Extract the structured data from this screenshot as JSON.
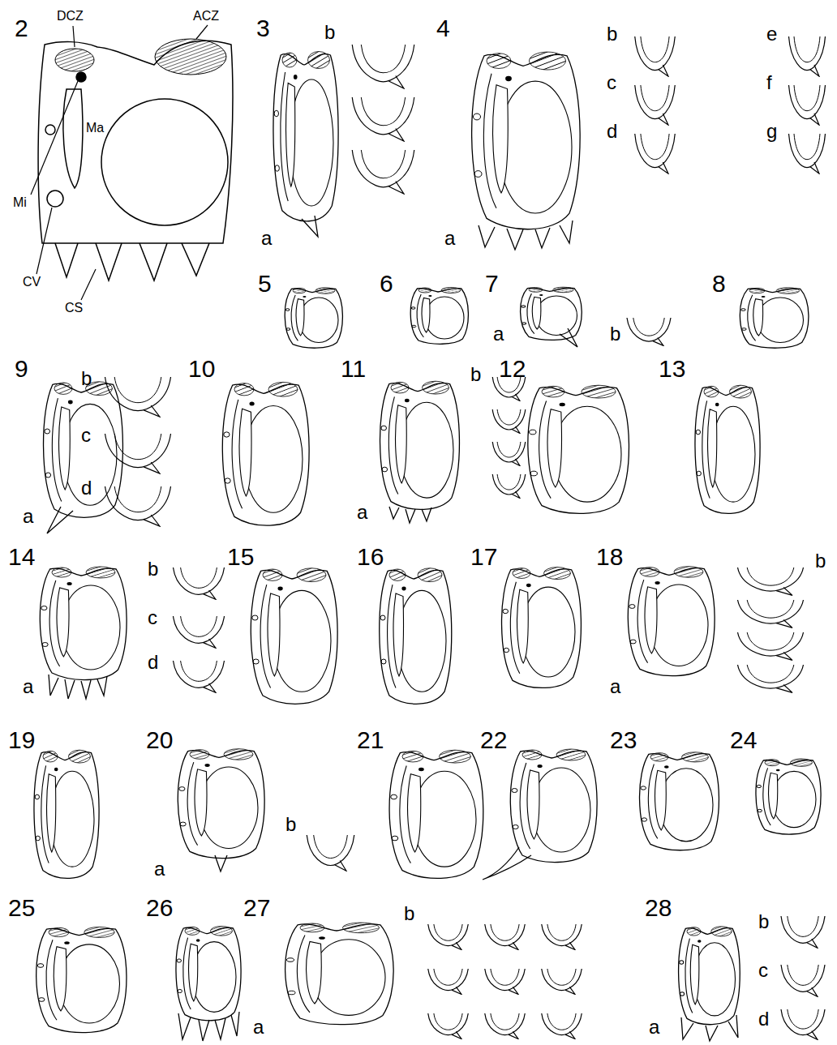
{
  "diagram": {
    "labels": [
      "2",
      "DCZ",
      "ACZ",
      "Mi",
      "Ma",
      "CV",
      "CS",
      "3",
      "b",
      "a",
      "4",
      "b",
      "c",
      "d",
      "e",
      "f",
      "g",
      "a",
      "5",
      "6",
      "7",
      "a",
      "b",
      "8",
      "9",
      "a",
      "b",
      "c",
      "d",
      "10",
      "11",
      "a",
      "b",
      "12",
      "13",
      "14",
      "a",
      "b",
      "c",
      "d",
      "15",
      "16",
      "17",
      "18",
      "a",
      "b",
      "19",
      "20",
      "a",
      "b",
      "21",
      "22",
      "23",
      "24",
      "25",
      "26",
      "27",
      "a",
      "b",
      "28",
      "a",
      "b",
      "c",
      "d"
    ]
  }
}
